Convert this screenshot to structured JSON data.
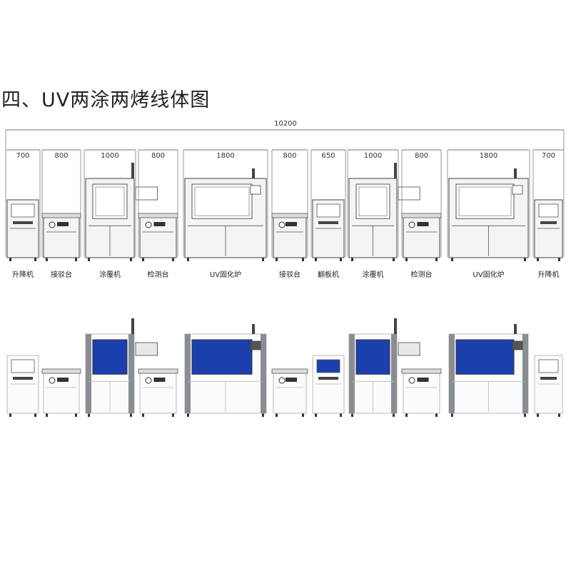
{
  "title": "四、UV两涂两烤线体图",
  "total_length": "10200",
  "stations": [
    {
      "width": "700",
      "label": "升降机"
    },
    {
      "width": "800",
      "label": "接驳台"
    },
    {
      "width": "1000",
      "label": "涂覆机"
    },
    {
      "width": "800",
      "label": "检测台"
    },
    {
      "width": "1800",
      "label": "UV固化炉"
    },
    {
      "width": "800",
      "label": "接驳台"
    },
    {
      "width": "650",
      "label": "翻板机"
    },
    {
      "width": "1000",
      "label": "涂覆机"
    },
    {
      "width": "800",
      "label": "检测台"
    },
    {
      "width": "1800",
      "label": "UV固化炉"
    },
    {
      "width": "700",
      "label": "升降机"
    }
  ],
  "colors": {
    "line": "#666666",
    "machine_fill": "#f4f4f4",
    "window_blue": "#1c3fae",
    "frame_gray": "#8a8d92"
  }
}
